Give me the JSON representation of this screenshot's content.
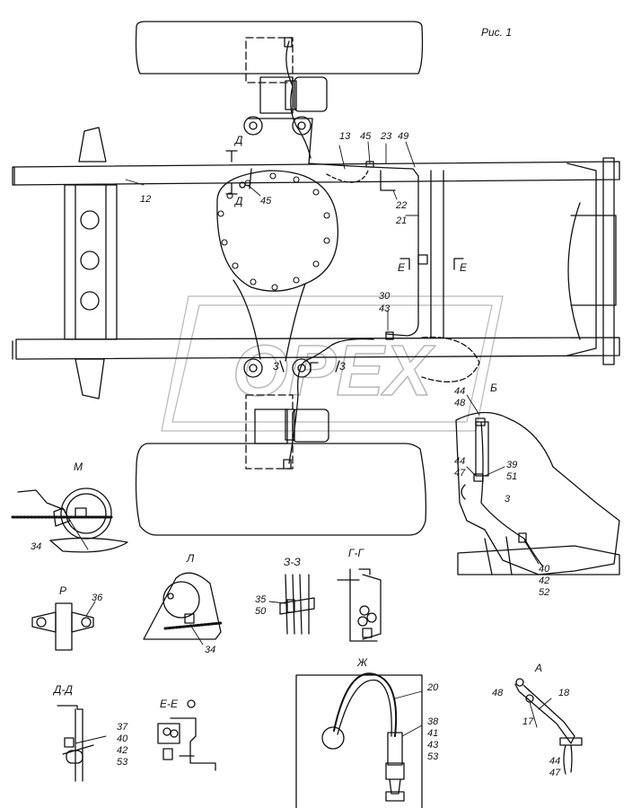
{
  "figure_label": "Рис. 1",
  "watermark": "OPEX",
  "main_callouts": {
    "c12": "12",
    "c13": "13",
    "c45a": "45",
    "c23": "23",
    "c49": "49",
    "c22": "22",
    "c21": "21",
    "c45b": "45",
    "c30": "30",
    "c43": "43",
    "c44a": "44",
    "c48a": "48",
    "c44b": "44",
    "c47a": "47",
    "c39": "39",
    "c51": "51",
    "c3": "3",
    "c40": "40",
    "c42": "42",
    "c52": "52"
  },
  "section_marks": {
    "d_top": "Д",
    "d_bottom": "Д",
    "e_left": "Е",
    "e_right": "Е",
    "z_left": "3",
    "z_right": "3",
    "b_view": "Б"
  },
  "details": {
    "m": {
      "title": "М",
      "c34": "34"
    },
    "p": {
      "title": "Р",
      "c36": "36"
    },
    "l": {
      "title": "Л",
      "c34": "34"
    },
    "zz": {
      "title": "З-З",
      "c35": "35",
      "c50": "50"
    },
    "gg": {
      "title": "Г-Г"
    },
    "dd": {
      "title": "Д-Д",
      "c37": "37",
      "c40": "40",
      "c42": "42",
      "c53": "53"
    },
    "ee": {
      "title": "Е-Е"
    },
    "zh": {
      "title": "Ж",
      "c20": "20",
      "c38": "38",
      "c41": "41",
      "c43": "43",
      "c53": "53"
    },
    "a": {
      "title": "А",
      "c48": "48",
      "c18": "18",
      "c17": "17",
      "c44": "44",
      "c47": "47"
    }
  }
}
